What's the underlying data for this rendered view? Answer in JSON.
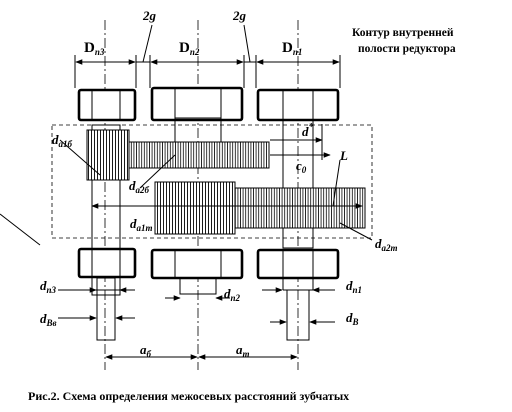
{
  "labels": {
    "Dp3": {
      "main": "D",
      "sub": "п3"
    },
    "Dp2": {
      "main": "D",
      "sub": "п2"
    },
    "Dp1": {
      "main": "D",
      "sub": "п1"
    },
    "gap_left": "2g",
    "gap_right": "2g",
    "contour_line1": "Контур внутренней",
    "contour_line2": "полости редуктора",
    "d_star": {
      "main": "d",
      "sup": "*"
    },
    "da1b": {
      "main": "d",
      "sub": "a1б"
    },
    "da2b": {
      "main": "d",
      "sub": "a2б"
    },
    "da1t": {
      "main": "d",
      "sub": "a1т"
    },
    "da2t": {
      "main": "d",
      "sub": "a2т"
    },
    "c0": {
      "main": "c",
      "sub": "0"
    },
    "L": "L",
    "dp3": {
      "main": "d",
      "sub": "п3"
    },
    "dp2": {
      "main": "d",
      "sub": "п2"
    },
    "dp1": {
      "main": "d",
      "sub": "п1"
    },
    "dBv": {
      "main": "d",
      "sub": "Вв"
    },
    "dB": {
      "main": "d",
      "sub": "В"
    },
    "ab": {
      "main": "a",
      "sub": "б"
    },
    "at": {
      "main": "a",
      "sub": "т"
    }
  },
  "caption": "Рис.2. Схема определения межосевых расстояний зубчатых"
}
